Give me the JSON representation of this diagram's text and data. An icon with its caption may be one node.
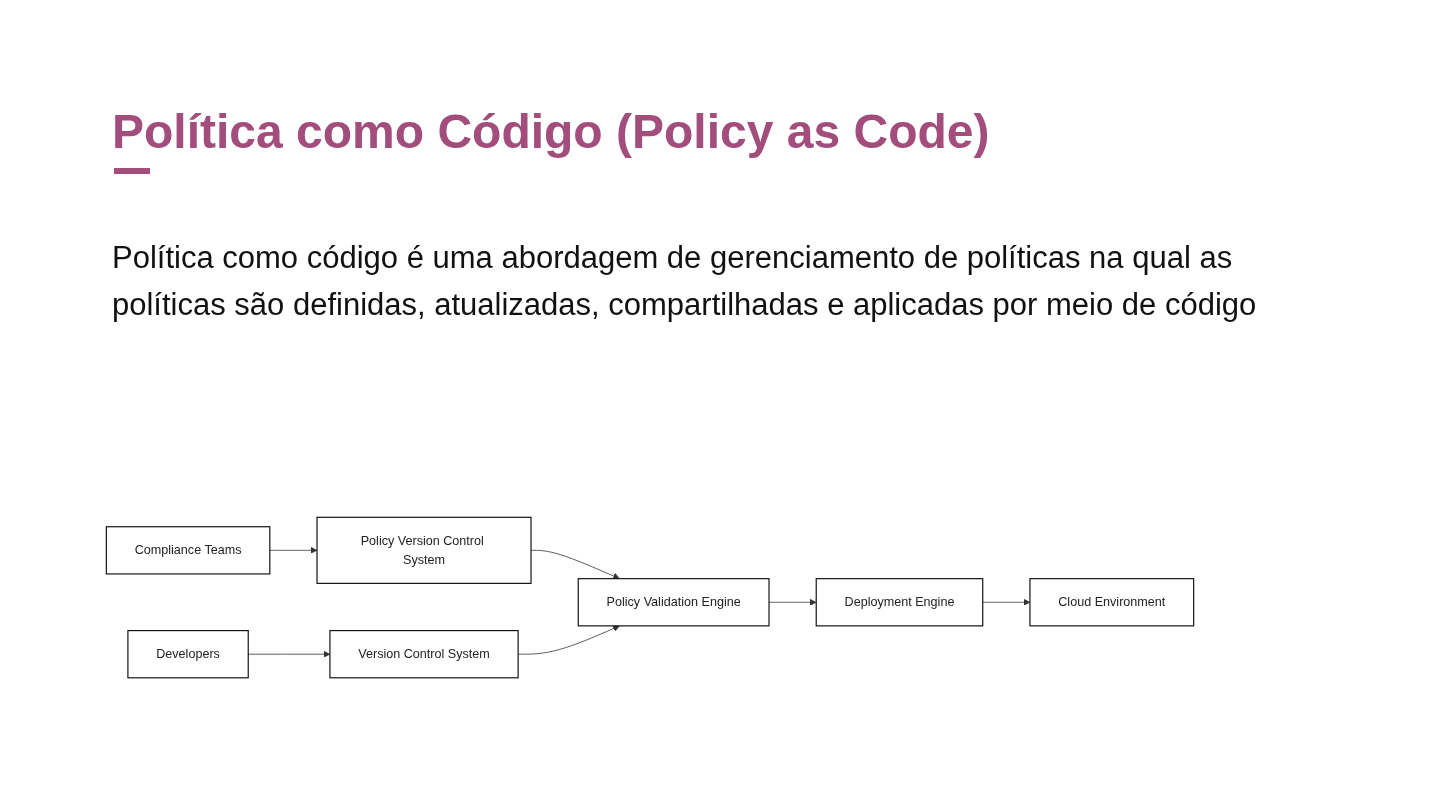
{
  "diagram": {
    "title": "Política como Código (Policy as Code)",
    "nodes": [
      {
        "text": [
          "Compliance Teams"
        ]
      },
      {
        "text": [
          "Policy Version Control System"
        ]
      },
      {
        "text": [
          "Developers"
        ]
      },
      {
        "text": [
          "Version Control System"
        ]
      },
      {
        "text": [
          "Policy Validation Engine"
        ]
      },
      {
        "text": [
          "Deployment Engine"
        ]
      },
      {
        "text": [
          "Cloud Environment"
        ]
      }
    ],
    "edges": [
      {
        "from": 0,
        "to": 1,
        "arrow": "to"
      },
      {
        "from": 1,
        "to": 4,
        "arrow": "to"
      },
      {
        "from": 2,
        "to": 3,
        "arrow": "to"
      },
      {
        "from": 3,
        "to": 4,
        "arrow": "to"
      },
      {
        "from": 4,
        "to": 5,
        "arrow": "to"
      },
      {
        "from": 5,
        "to": 6,
        "arrow": "to"
      }
    ],
    "labels": [
      "Política como código é uma abordagem de gerenciamento de políticas na qual as políticas são definidas, atualizadas, compartilhadas e aplicadas por meio de código"
    ]
  }
}
